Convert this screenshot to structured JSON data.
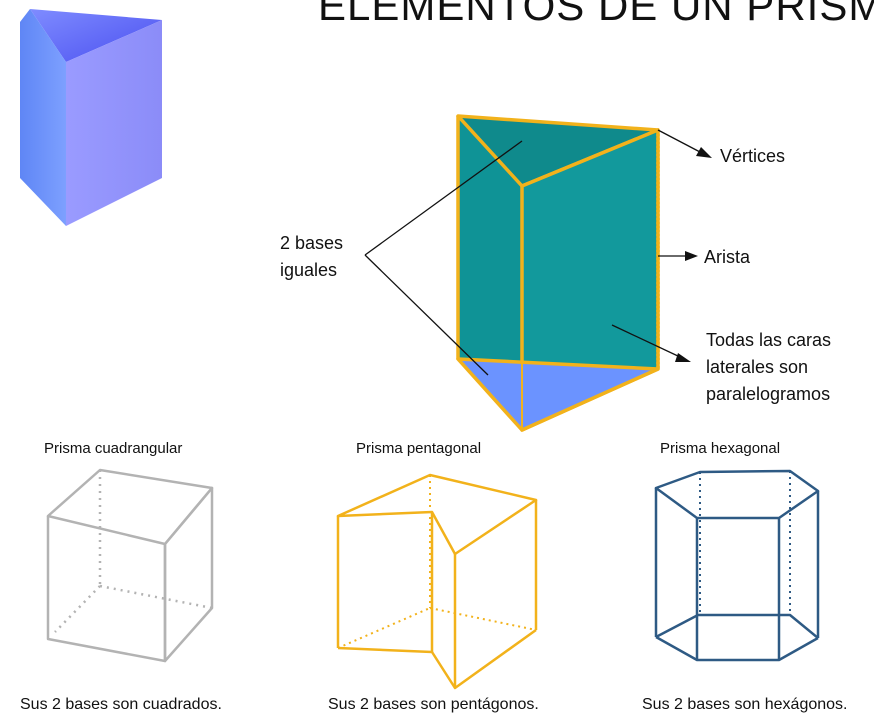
{
  "title": "ELEMENTOS DE UN PRISMA",
  "main_prism": {
    "labels": {
      "vertices": "Vértices",
      "arista": "Arista",
      "bases": [
        "2 bases",
        "iguales"
      ],
      "caras": [
        "Todas las caras",
        "laterales son",
        "paralelogramos"
      ]
    },
    "colors": {
      "face": "#0f9396",
      "base": "#6b93ff",
      "edge": "#f2b21b"
    }
  },
  "examples": [
    {
      "caption": "Prisma cuadrangular",
      "footer": "Sus 2 bases son cuadrados.",
      "color": "#b3b3b3"
    },
    {
      "caption": "Prisma pentagonal",
      "footer": "Sus 2 bases son pentágonos.",
      "color": "#f2b21b"
    },
    {
      "caption": "Prisma hexagonal",
      "footer": "Sus 2 bases son hexágonos.",
      "color": "#2e5a84"
    }
  ],
  "decor_prism_colors": {
    "top": "#5b5ef2",
    "left": "#6a8cff",
    "right": "#9394ff"
  }
}
